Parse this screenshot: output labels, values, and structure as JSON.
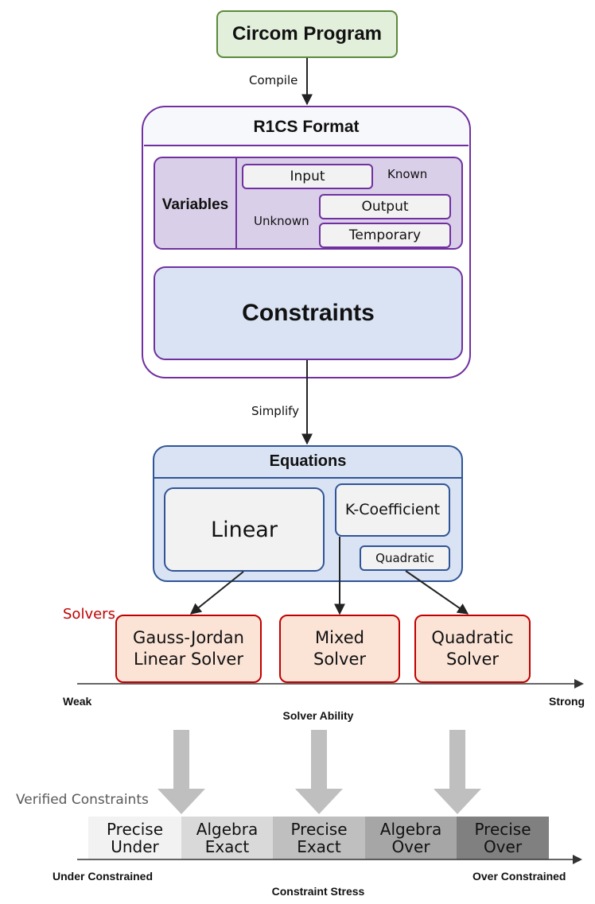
{
  "program": {
    "title": "Circom Program"
  },
  "compile_label": "Compile",
  "r1cs": {
    "title": "R1CS Format",
    "variables": {
      "label": "Variables",
      "input": "Input",
      "known": "Known",
      "unknown": "Unknown",
      "output": "Output",
      "temporary": "Temporary"
    },
    "constraints": "Constraints"
  },
  "simplify_label": "Simplify",
  "equations": {
    "title": "Equations",
    "linear": "Linear",
    "k_coefficient": "K-Coefficient",
    "quadratic": "Quadratic"
  },
  "solvers": {
    "label": "Solvers",
    "gauss_jordan": "Gauss-Jordan Linear Solver",
    "mixed": "Mixed Solver",
    "quadratic": "Quadratic Solver"
  },
  "ability_axis": {
    "weak": "Weak",
    "strong": "Strong",
    "title": "Solver Ability"
  },
  "verified": {
    "label": "Verified Constraints",
    "segments": [
      {
        "label": "Precise Under",
        "color": "#f2f2f2"
      },
      {
        "label": "Algebra Exact",
        "color": "#d9d9d9"
      },
      {
        "label": "Precise Exact",
        "color": "#bfbfbf"
      },
      {
        "label": "Algebra Over",
        "color": "#a6a6a6"
      },
      {
        "label": "Precise Over",
        "color": "#808080"
      }
    ]
  },
  "stress_axis": {
    "under": "Under Constrained",
    "over": "Over Constrained",
    "title": "Constraint Stress"
  },
  "colors": {
    "program_fill": "#e2efda",
    "program_border": "#5b8a3a",
    "r1cs_border": "#7030a0",
    "variables_fill": "#d9cfe8",
    "constraints_fill": "#dae3f3",
    "equations_border": "#2f5597",
    "solver_fill": "#fbe3d6",
    "solver_border": "#c00000",
    "solvers_label": "#c00000"
  }
}
